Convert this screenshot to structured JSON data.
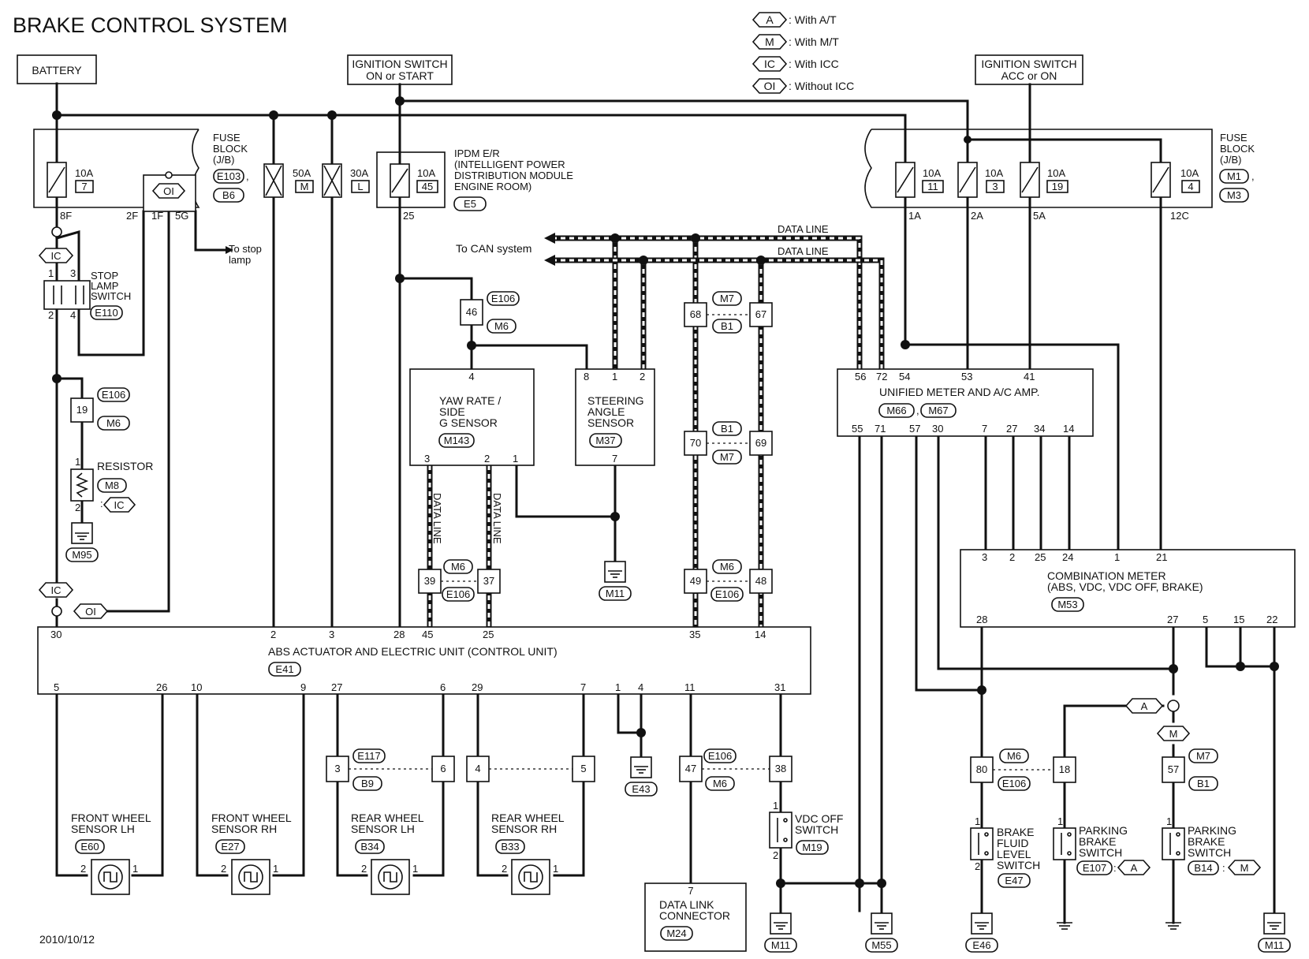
{
  "title": "BRAKE CONTROL SYSTEM",
  "date": "2010/10/12",
  "legend": [
    {
      "code": "A",
      "text": ": With A/T"
    },
    {
      "code": "M",
      "text": ": With M/T"
    },
    {
      "code": "IC",
      "text": ": With ICC"
    },
    {
      "code": "OI",
      "text": ": Without ICC"
    }
  ],
  "sources": {
    "battery": "BATTERY",
    "ign1_l1": "IGNITION SWITCH",
    "ign1_l2": "ON or START",
    "ign2_l1": "IGNITION SWITCH",
    "ign2_l2": "ACC or ON"
  },
  "fuse_block_left": {
    "l1": "FUSE",
    "l2": "BLOCK",
    "l3": "(J/B)",
    "conn1": "E103",
    "conn2": "B6",
    "sep": ","
  },
  "fuse_block_right": {
    "l1": "FUSE",
    "l2": "BLOCK",
    "l3": "(J/B)",
    "conn1": "M1",
    "conn2": "M3",
    "sep": ","
  },
  "ipdm": {
    "l1": "IPDM E/R",
    "l2": "(INTELLIGENT POWER",
    "l3": "DISTRIBUTION MODULE",
    "l4": "ENGINE ROOM)",
    "conn": "E5"
  },
  "fuses": [
    {
      "amp": "10A",
      "num": "7"
    },
    {
      "amp": "50A",
      "num": "M"
    },
    {
      "amp": "30A",
      "num": "L"
    },
    {
      "amp": "10A",
      "num": "45"
    },
    {
      "amp": "10A",
      "num": "11"
    },
    {
      "amp": "10A",
      "num": "3"
    },
    {
      "amp": "10A",
      "num": "19"
    },
    {
      "amp": "10A",
      "num": "4"
    }
  ],
  "fuse_pins": {
    "p8F": "8F",
    "p2F": "2F",
    "p1F": "1F",
    "p5G": "5G",
    "p25": "25",
    "p1A": "1A",
    "p2A": "2A",
    "p5A": "5A",
    "p12C": "12C"
  },
  "stop_lamp": {
    "l1": "To stop",
    "l2": "lamp"
  },
  "can_system": "To CAN system",
  "data_line": "DATA LINE",
  "stop_switch": {
    "l1": "STOP",
    "l2": "LAMP",
    "l3": "SWITCH",
    "conn": "E110",
    "p1": "1",
    "p2": "2",
    "p3": "3",
    "p4": "4"
  },
  "resistor": {
    "label": "RESISTOR",
    "conn": "M8",
    "cond": "IC",
    "p1": "1",
    "p2": "2",
    "gnd": "M95"
  },
  "connectors": {
    "c19": "19",
    "e106": "E106",
    "m6": "M6",
    "c46": "46",
    "c68": "68",
    "c67": "67",
    "m7": "M7",
    "b1": "B1",
    "c70": "70",
    "c69": "69",
    "c39": "39",
    "c37": "37",
    "c49": "49",
    "c48": "48",
    "c3": "3",
    "c6": "6",
    "c4": "4",
    "c5": "5",
    "e117": "E117",
    "b9": "B9",
    "c47": "47",
    "c38": "38",
    "c80": "80",
    "c18": "18",
    "c57": "57"
  },
  "yaw": {
    "l1": "YAW RATE /",
    "l2": "SIDE",
    "l3": "G SENSOR",
    "conn": "M143",
    "p4": "4",
    "p3": "3",
    "p2": "2",
    "p1": "1"
  },
  "steering": {
    "l1": "STEERING",
    "l2": "ANGLE",
    "l3": "SENSOR",
    "conn": "M37",
    "p8": "8",
    "p1": "1",
    "p2": "2",
    "p7": "7"
  },
  "unified": {
    "name": "UNIFIED METER AND A/C AMP.",
    "conn1": "M66",
    "conn2": "M67",
    "sep": ",",
    "top_pins": [
      "56",
      "72",
      "54",
      "53",
      "41"
    ],
    "bot_pins": [
      "55",
      "71",
      "57",
      "30",
      "7",
      "27",
      "34",
      "14"
    ]
  },
  "combination": {
    "l1": "COMBINATION METER",
    "l2": "(ABS, VDC, VDC OFF, BRAKE)",
    "conn": "M53",
    "top_pins": [
      "3",
      "2",
      "25",
      "24",
      "1",
      "21"
    ],
    "bot_pins": [
      "28",
      "27",
      "5",
      "15",
      "22"
    ]
  },
  "abs": {
    "name": "ABS ACTUATOR AND ELECTRIC UNIT (CONTROL UNIT)",
    "conn": "E41",
    "top_pins": [
      "30",
      "2",
      "3",
      "28",
      "45",
      "25",
      "35",
      "14"
    ],
    "bot_pins": [
      "5",
      "26",
      "10",
      "9",
      "27",
      "6",
      "29",
      "7",
      "1",
      "4",
      "11",
      "31"
    ]
  },
  "sensors": [
    {
      "l1": "FRONT WHEEL",
      "l2": "SENSOR LH",
      "conn": "E60"
    },
    {
      "l1": "FRONT WHEEL",
      "l2": "SENSOR RH",
      "conn": "E27"
    },
    {
      "l1": "REAR WHEEL",
      "l2": "SENSOR LH",
      "conn": "B34"
    },
    {
      "l1": "REAR WHEEL",
      "l2": "SENSOR RH",
      "conn": "B33"
    }
  ],
  "vdc": {
    "l1": "VDC OFF",
    "l2": "SWITCH",
    "conn": "M19"
  },
  "dlc": {
    "l1": "DATA LINK",
    "l2": "CONNECTOR",
    "conn": "M24",
    "pin": "7"
  },
  "brake_fluid": {
    "l1": "BRAKE",
    "l2": "FLUID",
    "l3": "LEVEL",
    "l4": "SWITCH",
    "conn": "E47"
  },
  "pb1": {
    "l1": "PARKING",
    "l2": "BRAKE",
    "l3": "SWITCH",
    "conn": "E107",
    "cond": "A"
  },
  "pb2": {
    "l1": "PARKING",
    "l2": "BRAKE",
    "l3": "SWITCH",
    "conn": "B14",
    "cond": "M"
  },
  "grounds": {
    "m11": "M11",
    "e43": "E43",
    "m55": "M55",
    "e46": "E46"
  },
  "pin_nums": {
    "one": "1",
    "two": "2"
  },
  "cond_labels": {
    "ic": "IC",
    "oi": "OI",
    "a": "A",
    "m": "M"
  },
  "colon": ":"
}
